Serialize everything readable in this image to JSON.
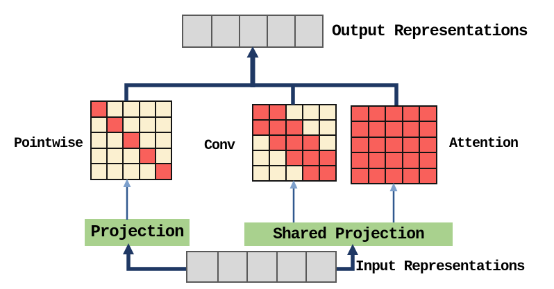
{
  "colors": {
    "red": "#f9605b",
    "cream": "#fbf0d0",
    "green": "#a9d18e",
    "gray": "#d8d8d8",
    "gray_border": "#595959",
    "navy": "#1f3864",
    "thin_blue": "#31598f",
    "thin_head": "#7da0cc"
  },
  "output_row": {
    "label": "Output Representations",
    "cells": 5
  },
  "input_row": {
    "label": "Input Representations",
    "cells": 5
  },
  "matrices": [
    {
      "id": "pointwise",
      "label": "Pointwise",
      "size": 5,
      "grid": [
        [
          1,
          0,
          0,
          0,
          0
        ],
        [
          0,
          1,
          0,
          0,
          0
        ],
        [
          0,
          0,
          1,
          0,
          0
        ],
        [
          0,
          0,
          0,
          1,
          0
        ],
        [
          0,
          0,
          0,
          0,
          1
        ]
      ]
    },
    {
      "id": "conv",
      "label": "Conv",
      "size": 5,
      "grid": [
        [
          1,
          1,
          0,
          0,
          0
        ],
        [
          1,
          1,
          1,
          0,
          0
        ],
        [
          0,
          1,
          1,
          1,
          0
        ],
        [
          0,
          0,
          1,
          1,
          1
        ],
        [
          0,
          0,
          0,
          1,
          1
        ]
      ]
    },
    {
      "id": "attention",
      "label": "Attention",
      "size": 5,
      "grid": [
        [
          1,
          1,
          1,
          1,
          1
        ],
        [
          1,
          1,
          1,
          1,
          1
        ],
        [
          1,
          1,
          1,
          1,
          1
        ],
        [
          1,
          1,
          1,
          1,
          1
        ],
        [
          1,
          1,
          1,
          1,
          1
        ]
      ]
    }
  ],
  "projections": [
    {
      "id": "projection",
      "label": "Projection"
    },
    {
      "id": "shared-projection",
      "label": "Shared Projection"
    }
  ]
}
